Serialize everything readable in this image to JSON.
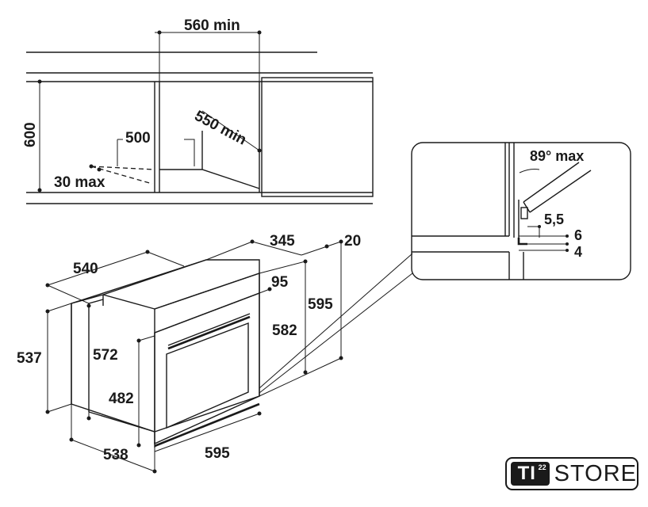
{
  "dimensions": {
    "niche_width_min": "560 min",
    "niche_depth_min": "550 min",
    "niche_height": "600",
    "rear_opening": "500",
    "vent_max": "30 max",
    "oven_depth_total": "540",
    "oven_depth_345": "345",
    "front_offset_20": "20",
    "panel_95": "95",
    "height_595_right": "595",
    "height_582": "582",
    "height_537": "537",
    "height_572": "572",
    "height_482": "482",
    "depth_538": "538",
    "width_595_bottom": "595",
    "door_angle_max": "89° max",
    "gap_5_5": "5,5",
    "gap_6": "6",
    "gap_4": "4"
  },
  "logo": {
    "mark": "TI",
    "superscript": "22",
    "word": "STORE"
  }
}
